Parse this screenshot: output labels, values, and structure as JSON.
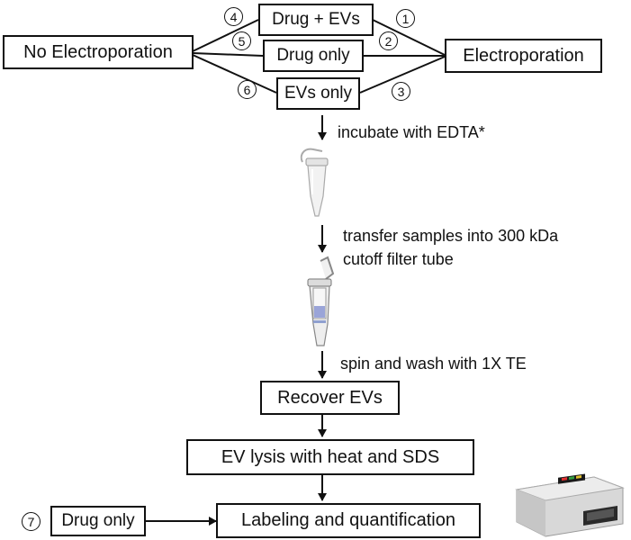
{
  "diagram": {
    "left_node": "No Electroporation",
    "right_node": "Electroporation",
    "center_boxes": [
      {
        "label": "Drug + EVs",
        "left_num": "4",
        "right_num": "1"
      },
      {
        "label": "Drug only",
        "left_num": "5",
        "right_num": "2"
      },
      {
        "label": "EVs only",
        "left_num": "6",
        "right_num": "3"
      }
    ],
    "steps": {
      "incubate": "incubate with EDTA*",
      "transfer_line1": "transfer samples into 300 kDa",
      "transfer_line2": "cutoff filter tube",
      "spin": "spin and wash with 1X TE"
    },
    "flow_boxes": {
      "recover": "Recover EVs",
      "lysis": "EV lysis with heat and SDS",
      "labeling": "Labeling and quantification"
    },
    "control": {
      "num": "7",
      "label": "Drug only"
    }
  }
}
